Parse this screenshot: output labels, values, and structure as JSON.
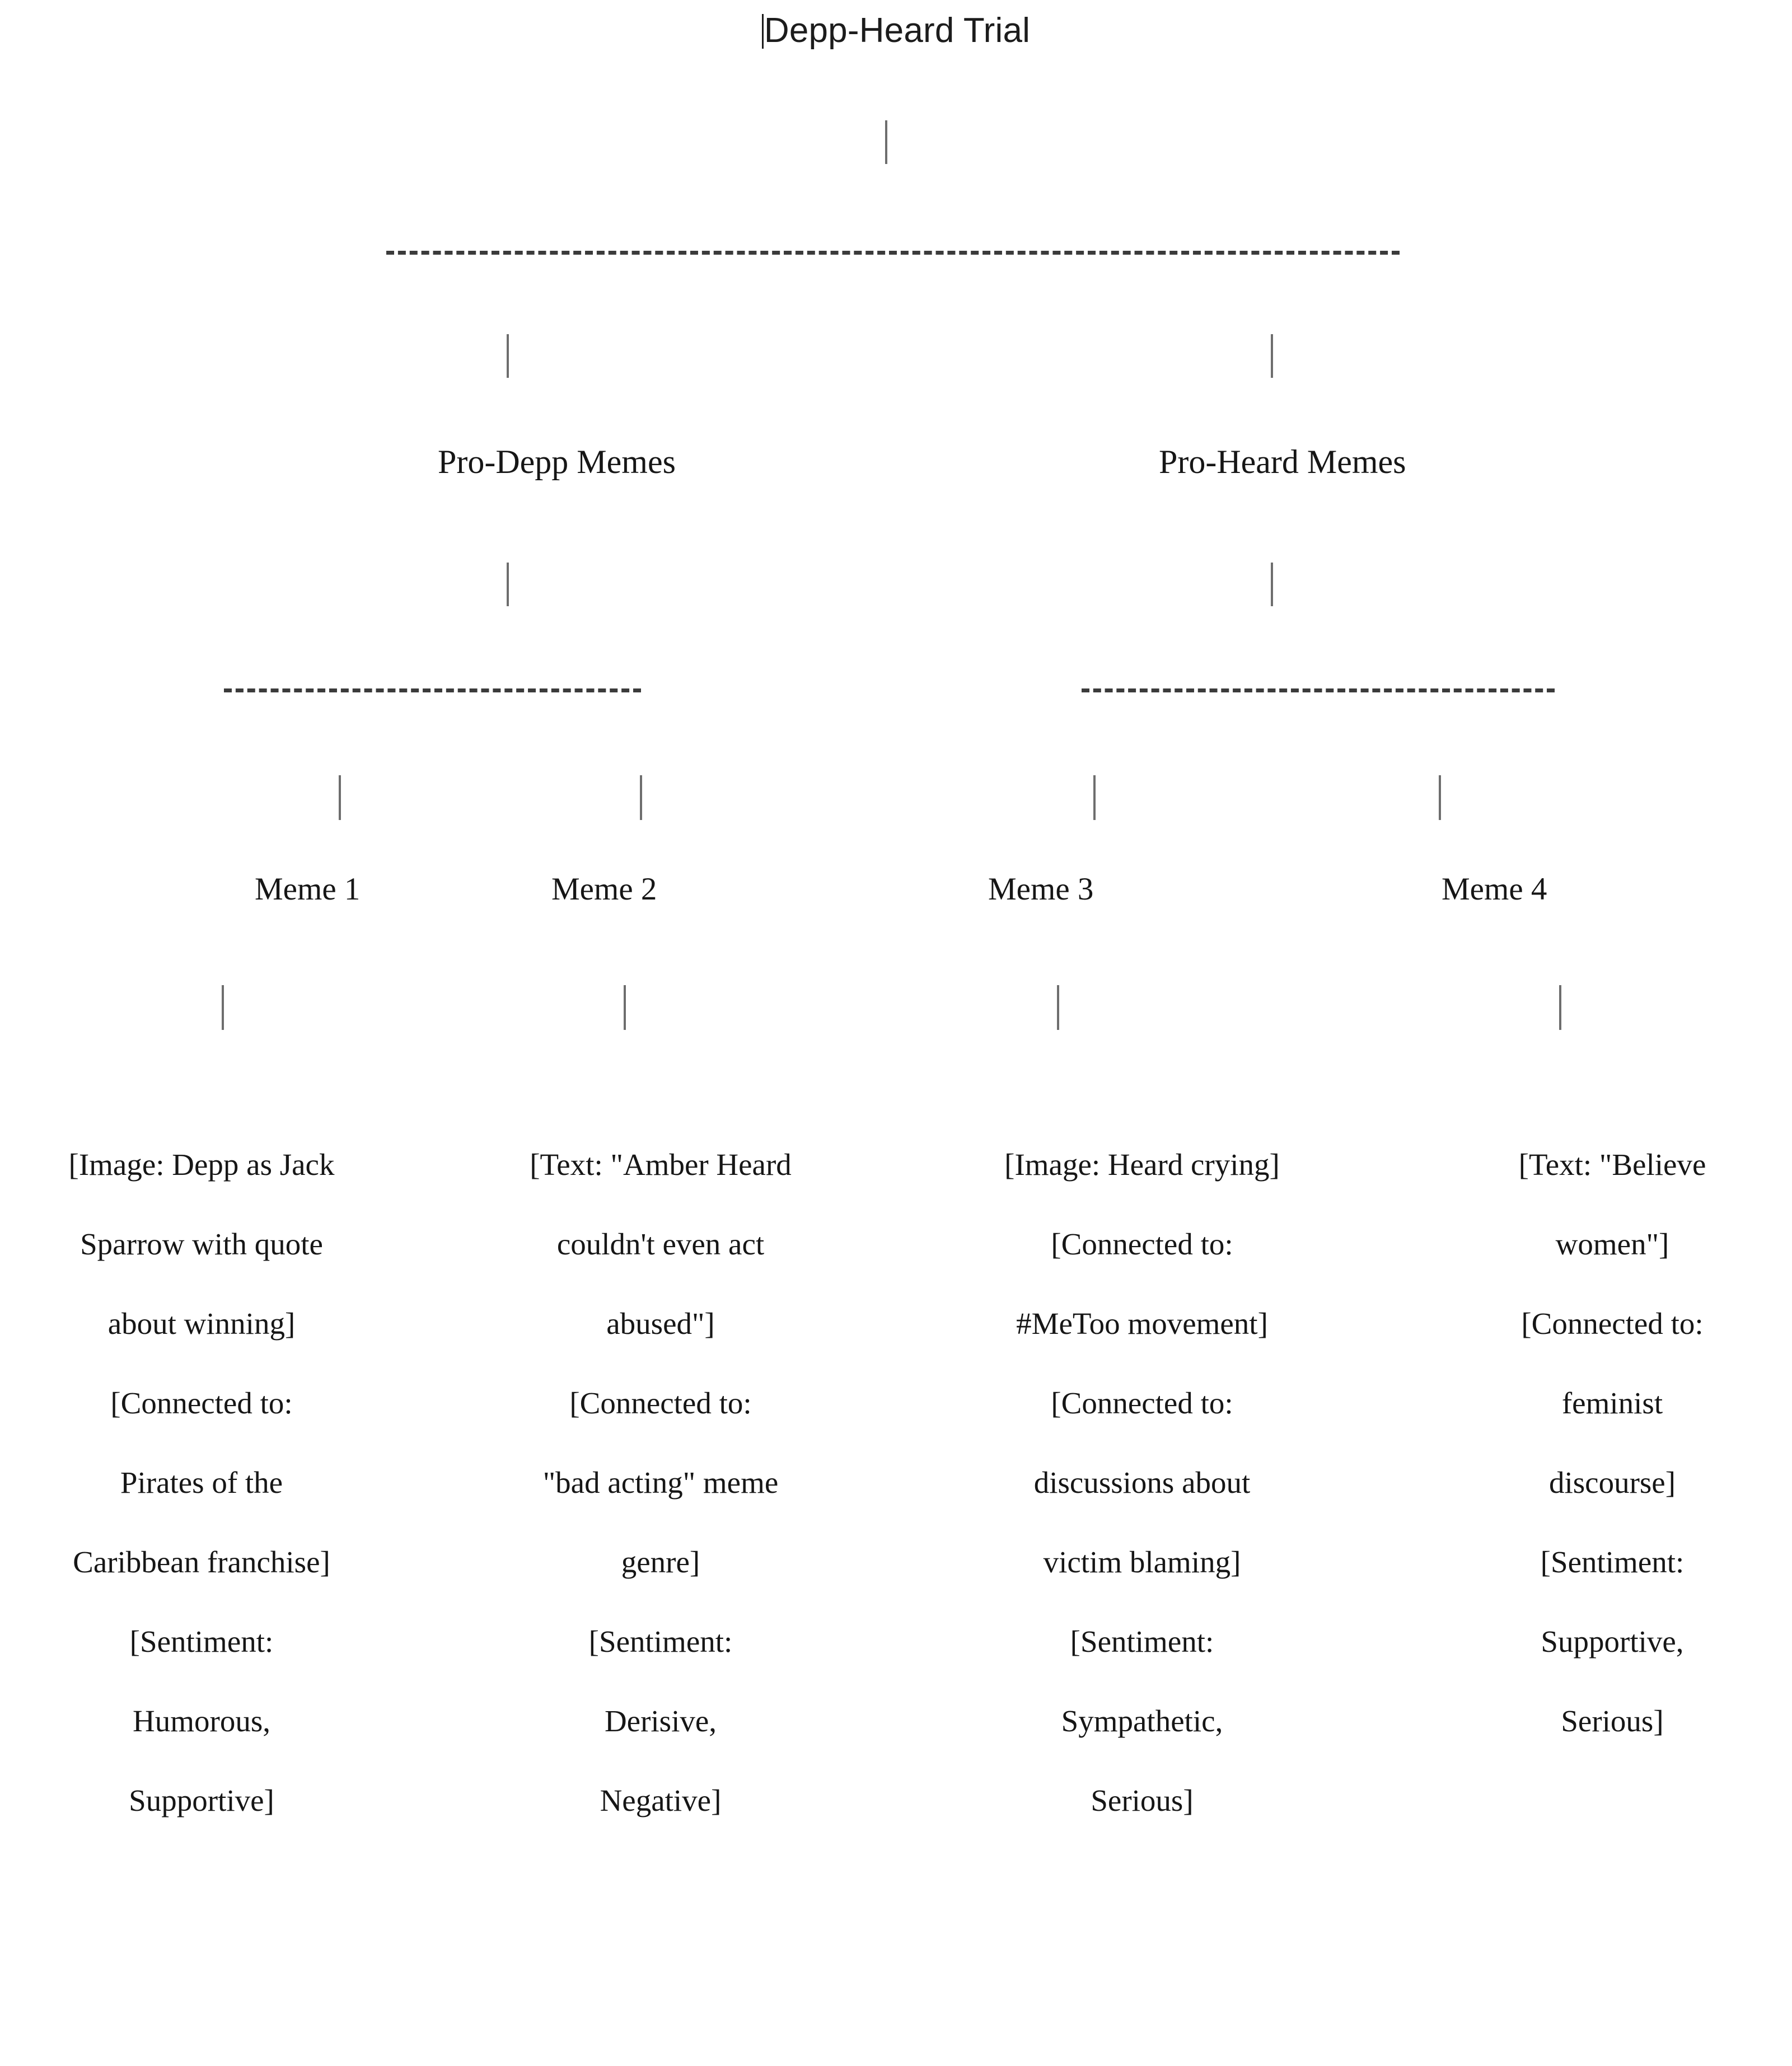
{
  "document": {
    "title": "Depp-Heard Trial",
    "caret_visible": true,
    "text_color": "#161616",
    "connector_color": "#6e6e6e",
    "dash_color": "#3b3b3b",
    "background": "#ffffff"
  },
  "tree": {
    "root": {
      "label": "Depp-Heard Trial"
    },
    "branches": [
      {
        "label": "Pro-Depp Memes"
      },
      {
        "label": "Pro-Heard Memes"
      }
    ],
    "leaves": [
      {
        "label": "Meme 1"
      },
      {
        "label": "Meme 2"
      },
      {
        "label": "Meme 3"
      },
      {
        "label": "Meme 4"
      }
    ],
    "connectors": {
      "root_stem": "|",
      "level1_rule": "-------------------------------------------------------------",
      "branch_stems": [
        "|",
        "|"
      ],
      "level2_rules": [
        "------------------------",
        "-----------------------------"
      ],
      "leaf_stems": [
        "|",
        "|",
        "|",
        "|"
      ],
      "detail_stems": [
        "|",
        "|",
        "|",
        "|"
      ]
    }
  },
  "details": {
    "meme1": [
      "[Image: Depp as Jack",
      "Sparrow with quote",
      "about winning]",
      "[Connected to:",
      "Pirates of the",
      "Caribbean franchise]",
      "[Sentiment:",
      "Humorous,",
      "Supportive]"
    ],
    "meme2": [
      "[Text: \"Amber Heard",
      "couldn't even act",
      "abused\"]",
      "[Connected to:",
      "\"bad acting\" meme",
      "genre]",
      "[Sentiment:",
      "Derisive,",
      "Negative]"
    ],
    "meme3": [
      "[Image: Heard crying]",
      "[Connected to:",
      "#MeToo movement]",
      "[Connected to:",
      "discussions about",
      "victim blaming]",
      "[Sentiment:",
      "Sympathetic,",
      "Serious]"
    ],
    "meme4": [
      "[Text: \"Believe",
      "women\"]",
      "[Connected to:",
      "feminist",
      "discourse]",
      "[Sentiment:",
      "Supportive,",
      "Serious]"
    ]
  }
}
